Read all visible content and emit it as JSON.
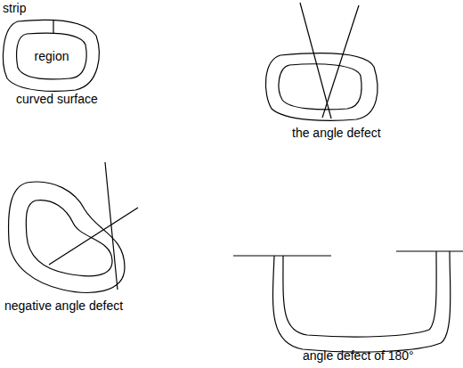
{
  "diagram": {
    "nodes": [
      {
        "text": [
          "region"
        ]
      }
    ],
    "labels": [
      "strip",
      "curved surface",
      "the angle defect",
      "negative angle defect",
      "angle defect of 180°"
    ]
  }
}
